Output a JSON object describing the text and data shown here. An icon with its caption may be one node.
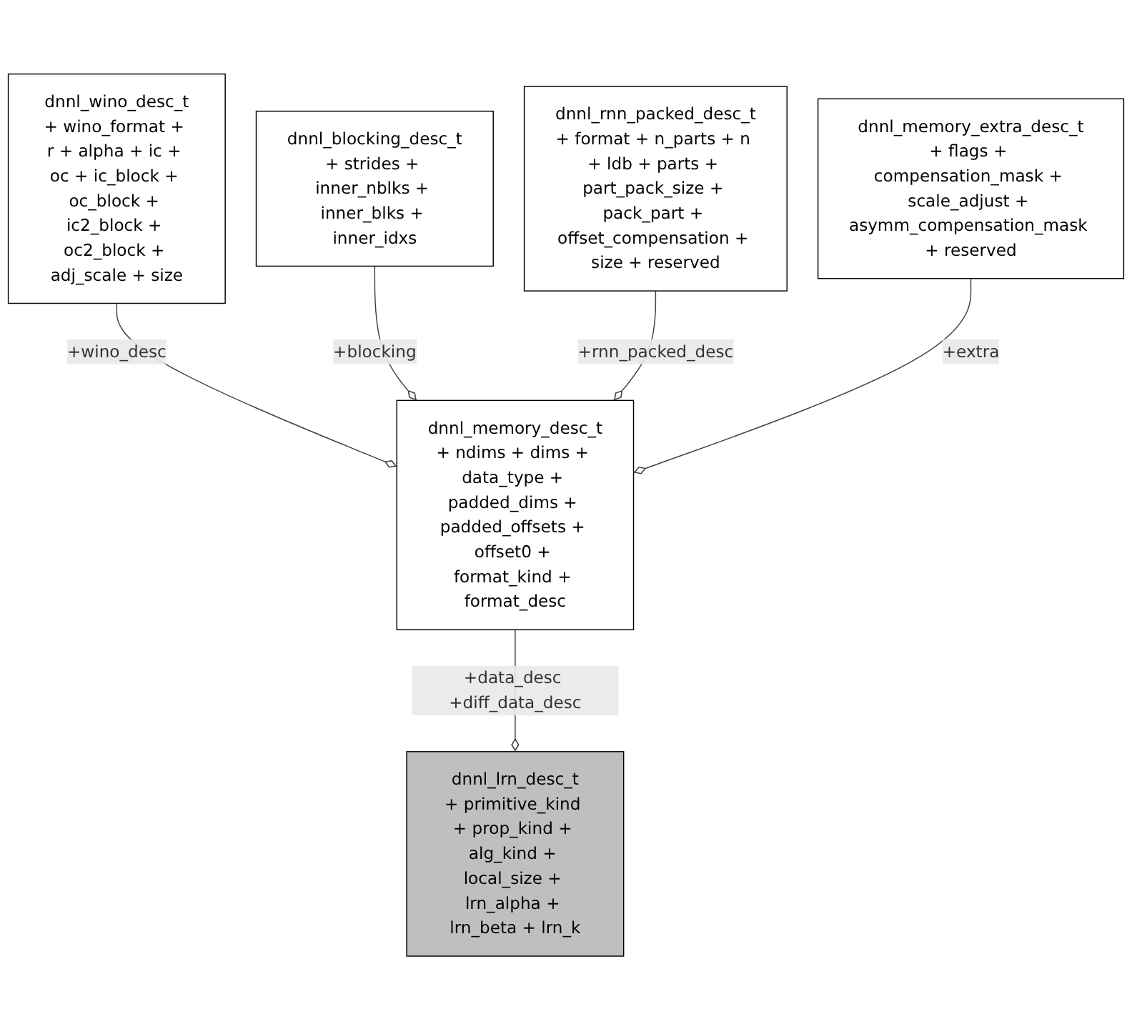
{
  "diagram": {
    "nodes": [
      {
        "text": [
          "dnnl_wino_desc_t",
          "+ wino_format + r + alpha + ic + oc + ic_block + oc_block + ic2_block + oc2_block + adj_scale + size"
        ]
      },
      {
        "text": [
          "dnnl_blocking_desc_t",
          "+ strides + inner_nblks + inner_blks + inner_idxs"
        ]
      },
      {
        "text": [
          "dnnl_rnn_packed_desc_t",
          "+ format + n_parts + n + ldb + parts + part_pack_size + pack_part + offset_compensation + size + reserved"
        ]
      },
      {
        "text": [
          "dnnl_memory_extra_desc_t",
          "+ flags + compensation_mask + scale_adjust + asymm_compensation_mask + reserved"
        ]
      },
      {
        "text": [
          "dnnl_memory_desc_t",
          "+ ndims + dims + data_type + padded_dims + padded_offsets + offset0 + format_kind + format_desc"
        ]
      },
      {
        "text": [
          "dnnl_lrn_desc_t",
          "+ primitive_kind + prop_kind + alg_kind + local_size + lrn_alpha + lrn_beta + lrn_k"
        ]
      }
    ],
    "edges": [
      {
        "from": 0,
        "to": 4,
        "arrow": "other",
        "label": "+wino_desc"
      },
      {
        "from": 1,
        "to": 4,
        "arrow": "other",
        "label": "+blocking"
      },
      {
        "from": 2,
        "to": 4,
        "arrow": "other",
        "label": "+rnn_packed_desc"
      },
      {
        "from": 3,
        "to": 4,
        "arrow": "other",
        "label": "+extra"
      },
      {
        "from": 4,
        "to": 5,
        "arrow": "other",
        "label": "+data_desc +diff_data_desc"
      }
    ]
  }
}
